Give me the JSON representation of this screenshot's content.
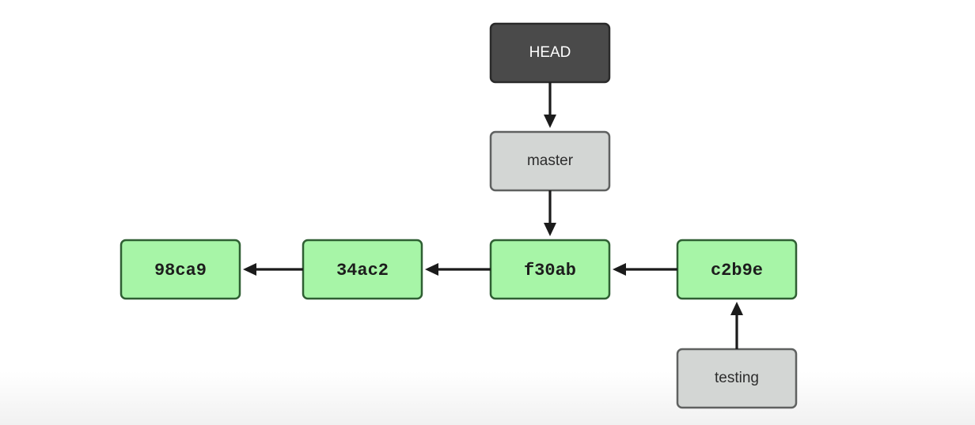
{
  "refs": {
    "head": "HEAD",
    "master": "master",
    "testing": "testing"
  },
  "commits": [
    "98ca9",
    "34ac2",
    "f30ab",
    "c2b9e"
  ],
  "colors": {
    "head_fill": "#4a4a4a",
    "branch_fill": "#d3d6d4",
    "commit_fill": "#a7f5a7",
    "commit_stroke": "#2f5f33",
    "arrow": "#1b1b1b"
  }
}
